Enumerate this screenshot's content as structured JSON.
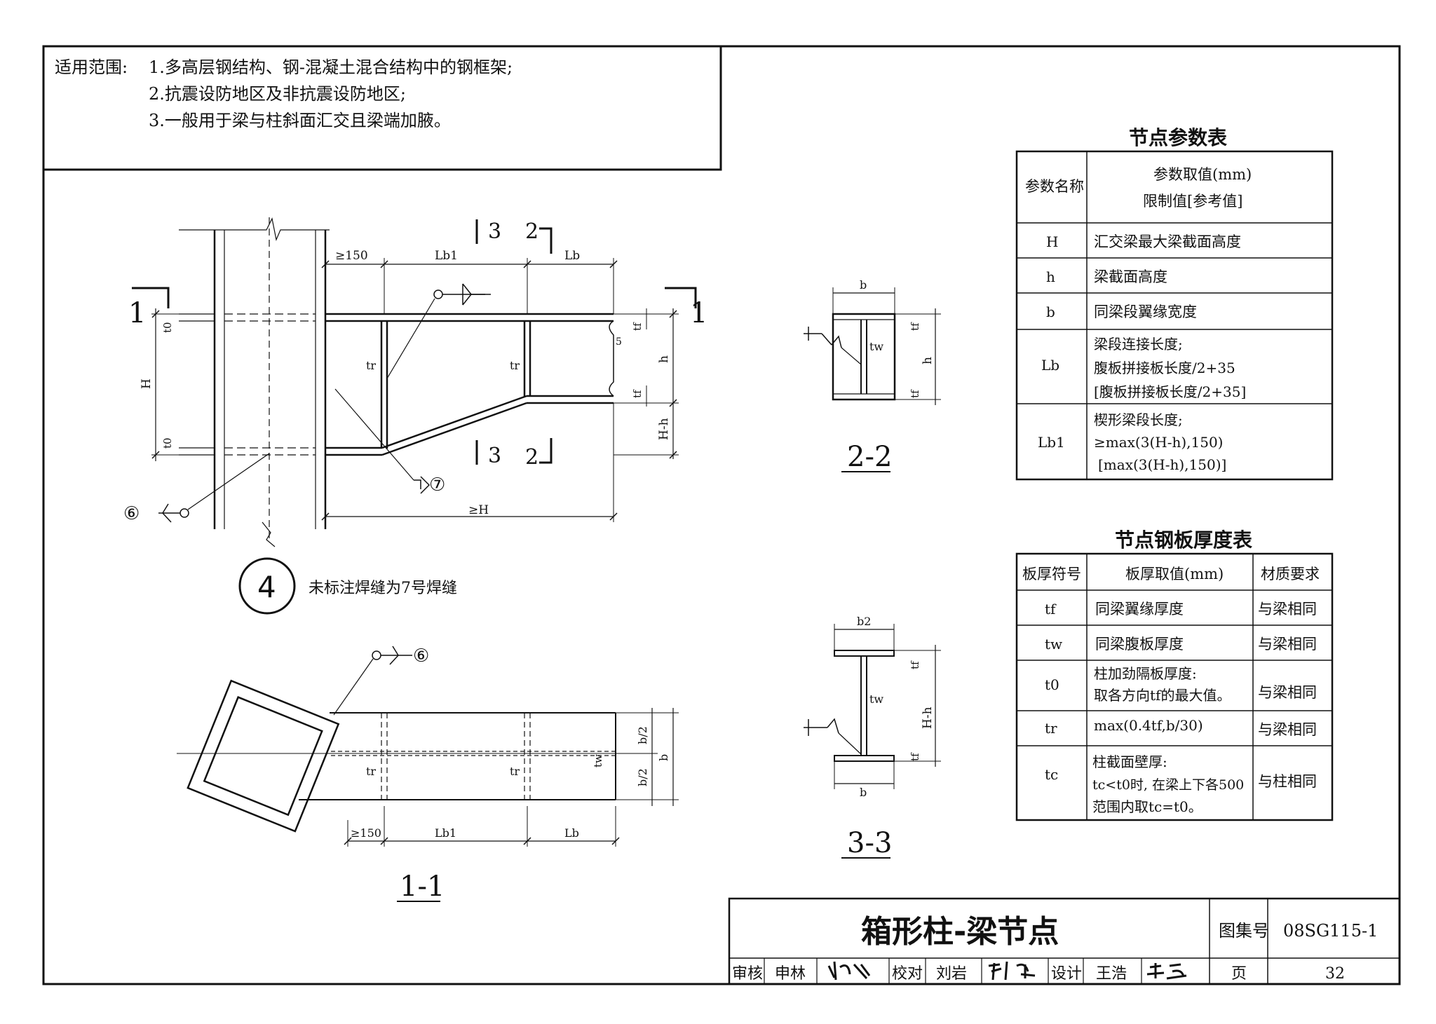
{
  "scope": {
    "label": "适用范围:",
    "items": [
      "1.多高层钢结构、钢-混凝土混合结构中的钢框架;",
      "2.抗震设防地区及非抗震设防地区;",
      "3.一般用于梁与柱斜面汇交且梁端加腋。"
    ]
  },
  "elevation": {
    "section_marks": [
      "1",
      "1",
      "3",
      "3",
      "2",
      "2"
    ],
    "dims": {
      "d150": "≥150",
      "lb1": "Lb1",
      "lb": "Lb",
      "H": "H",
      "h": "h",
      "Hh": "H-h",
      "geH": "≥H",
      "t0a": "t0",
      "t0b": "t0",
      "tfa": "tf",
      "tfb": "tf",
      "tr1": "tr",
      "tr2": "tr",
      "five": "5"
    },
    "weld6": "⑥",
    "weld7": "⑦",
    "detail_number": "4",
    "note": "未标注焊缝为7号焊缝"
  },
  "section22": {
    "title": "2-2",
    "b": "b",
    "tw": "tw",
    "tf1": "tf",
    "tf2": "tf",
    "h": "h"
  },
  "section33": {
    "title": "3-3",
    "b2": "b2",
    "b": "b",
    "tw": "tw",
    "tf1": "tf",
    "tf2": "tf",
    "Hh": "H-h"
  },
  "section11": {
    "title": "1-1",
    "weld6": "⑥",
    "b2a": "b/2",
    "b2b": "b/2",
    "b": "b",
    "tw": "tw",
    "tr1": "tr",
    "tr2": "tr",
    "d150": "≥150",
    "lb1": "Lb1",
    "lb": "Lb"
  },
  "param_table": {
    "title": "节点参数表",
    "header": [
      "参数名称",
      "参数取值(mm)",
      "限制值[参考值]"
    ],
    "rows": [
      {
        "name": "H",
        "lines": [
          "汇交梁最大梁截面高度"
        ]
      },
      {
        "name": "h",
        "lines": [
          "梁截面高度"
        ]
      },
      {
        "name": "b",
        "lines": [
          "同梁段翼缘宽度"
        ]
      },
      {
        "name": "Lb",
        "lines": [
          "梁段连接长度;",
          "腹板拼接板长度/2+35",
          "[腹板拼接板长度/2+35]"
        ]
      },
      {
        "name": "Lb1",
        "lines": [
          "楔形梁段长度;",
          "≥max(3(H-h),150)",
          "[max(3(H-h),150)]"
        ]
      }
    ]
  },
  "plate_table": {
    "title": "节点钢板厚度表",
    "header": [
      "板厚符号",
      "板厚取值(mm)",
      "材质要求"
    ],
    "rows": [
      {
        "sym": "tf",
        "lines": [
          "同梁翼缘厚度"
        ],
        "mat": "与梁相同"
      },
      {
        "sym": "tw",
        "lines": [
          "同梁腹板厚度"
        ],
        "mat": "与梁相同"
      },
      {
        "sym": "t0",
        "lines": [
          "柱加劲隔板厚度:",
          "取各方向tf的最大值。"
        ],
        "mat": "与梁相同"
      },
      {
        "sym": "tr",
        "lines": [
          "max(0.4tf,b/30)"
        ],
        "mat": "与梁相同"
      },
      {
        "sym": "tc",
        "lines": [
          "柱截面壁厚:",
          "tc<t0时, 在梁上下各500",
          "范围内取tc=t0。"
        ],
        "mat": "与柱相同"
      }
    ]
  },
  "title_block": {
    "title": "箱形柱-梁节点",
    "atlas_label": "图集号",
    "atlas_no": "08SG115-1",
    "review_label": "审核",
    "reviewer": "申林",
    "check_label": "校对",
    "checker": "刘岩",
    "design_label": "设计",
    "designer": "王浩",
    "page_label": "页",
    "page_no": "32"
  }
}
